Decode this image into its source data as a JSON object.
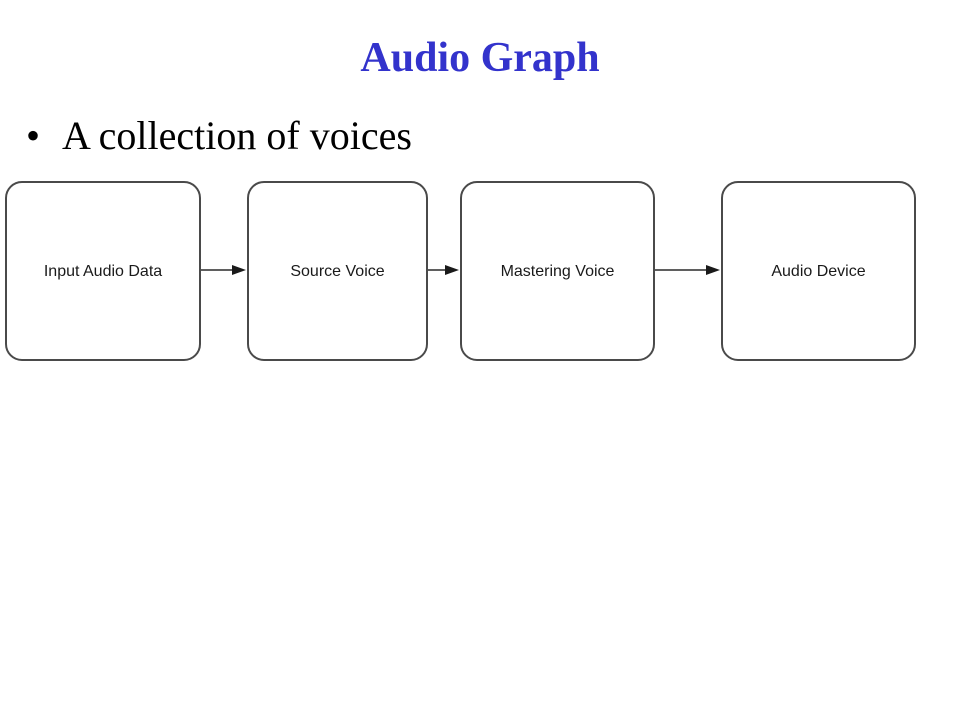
{
  "slide": {
    "title": "Audio Graph",
    "bullets": [
      {
        "text": "A collection of voices"
      }
    ]
  },
  "diagram": {
    "nodes": [
      {
        "label": "Input Audio Data"
      },
      {
        "label": "Source Voice"
      },
      {
        "label": "Mastering Voice"
      },
      {
        "label": "Audio Device"
      }
    ],
    "edges": [
      {
        "from": 0,
        "to": 1
      },
      {
        "from": 1,
        "to": 2
      },
      {
        "from": 2,
        "to": 3
      }
    ]
  }
}
